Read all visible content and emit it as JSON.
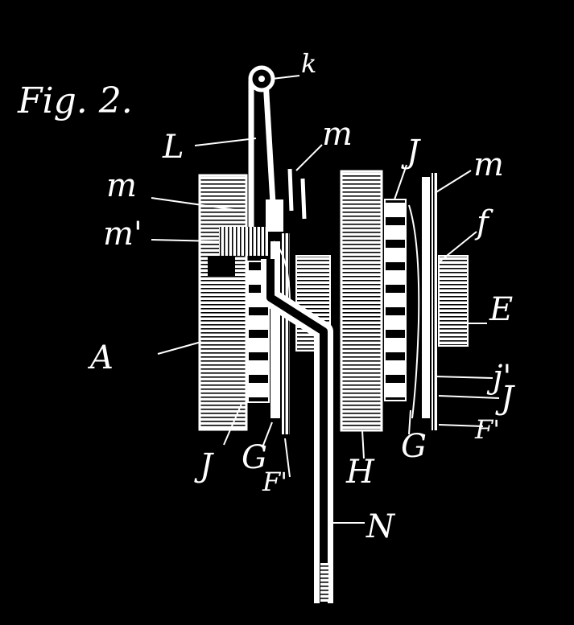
{
  "figure": {
    "title": "Fig. 2.",
    "labels": {
      "k": "k",
      "L": "L",
      "m_top": "m",
      "m_left": "m",
      "m_prime": "m'",
      "J_top": "J",
      "m_right": "m",
      "f": "f",
      "E": "E",
      "A": "A",
      "j_prime": "j'",
      "J_right": "J",
      "F_prime_right": "F'",
      "J_bottom_left": "J",
      "G_left": "G",
      "F_prime_left": "F'",
      "H": "H",
      "G_right": "G",
      "N": "N"
    }
  },
  "colors": {
    "background": "#000000",
    "ink": "#ffffff"
  }
}
